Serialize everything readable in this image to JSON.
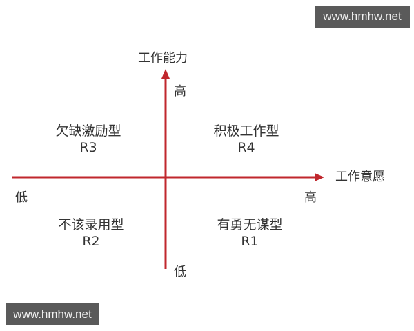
{
  "watermark": {
    "top": "www.hmhw.net",
    "bottom": "www.hmhw.net"
  },
  "axes": {
    "y_title": "工作能力",
    "x_title": "工作意愿",
    "y_high": "高",
    "y_low": "低",
    "x_low": "低",
    "x_high": "高",
    "color": "#c0272d"
  },
  "quadrants": {
    "top_left": {
      "name": "欠缺激励型",
      "code": "R3"
    },
    "top_right": {
      "name": "积极工作型",
      "code": "R4"
    },
    "bottom_left": {
      "name": "不该录用型",
      "code": "R2"
    },
    "bottom_right": {
      "name": "有勇无谋型",
      "code": "R1"
    }
  }
}
